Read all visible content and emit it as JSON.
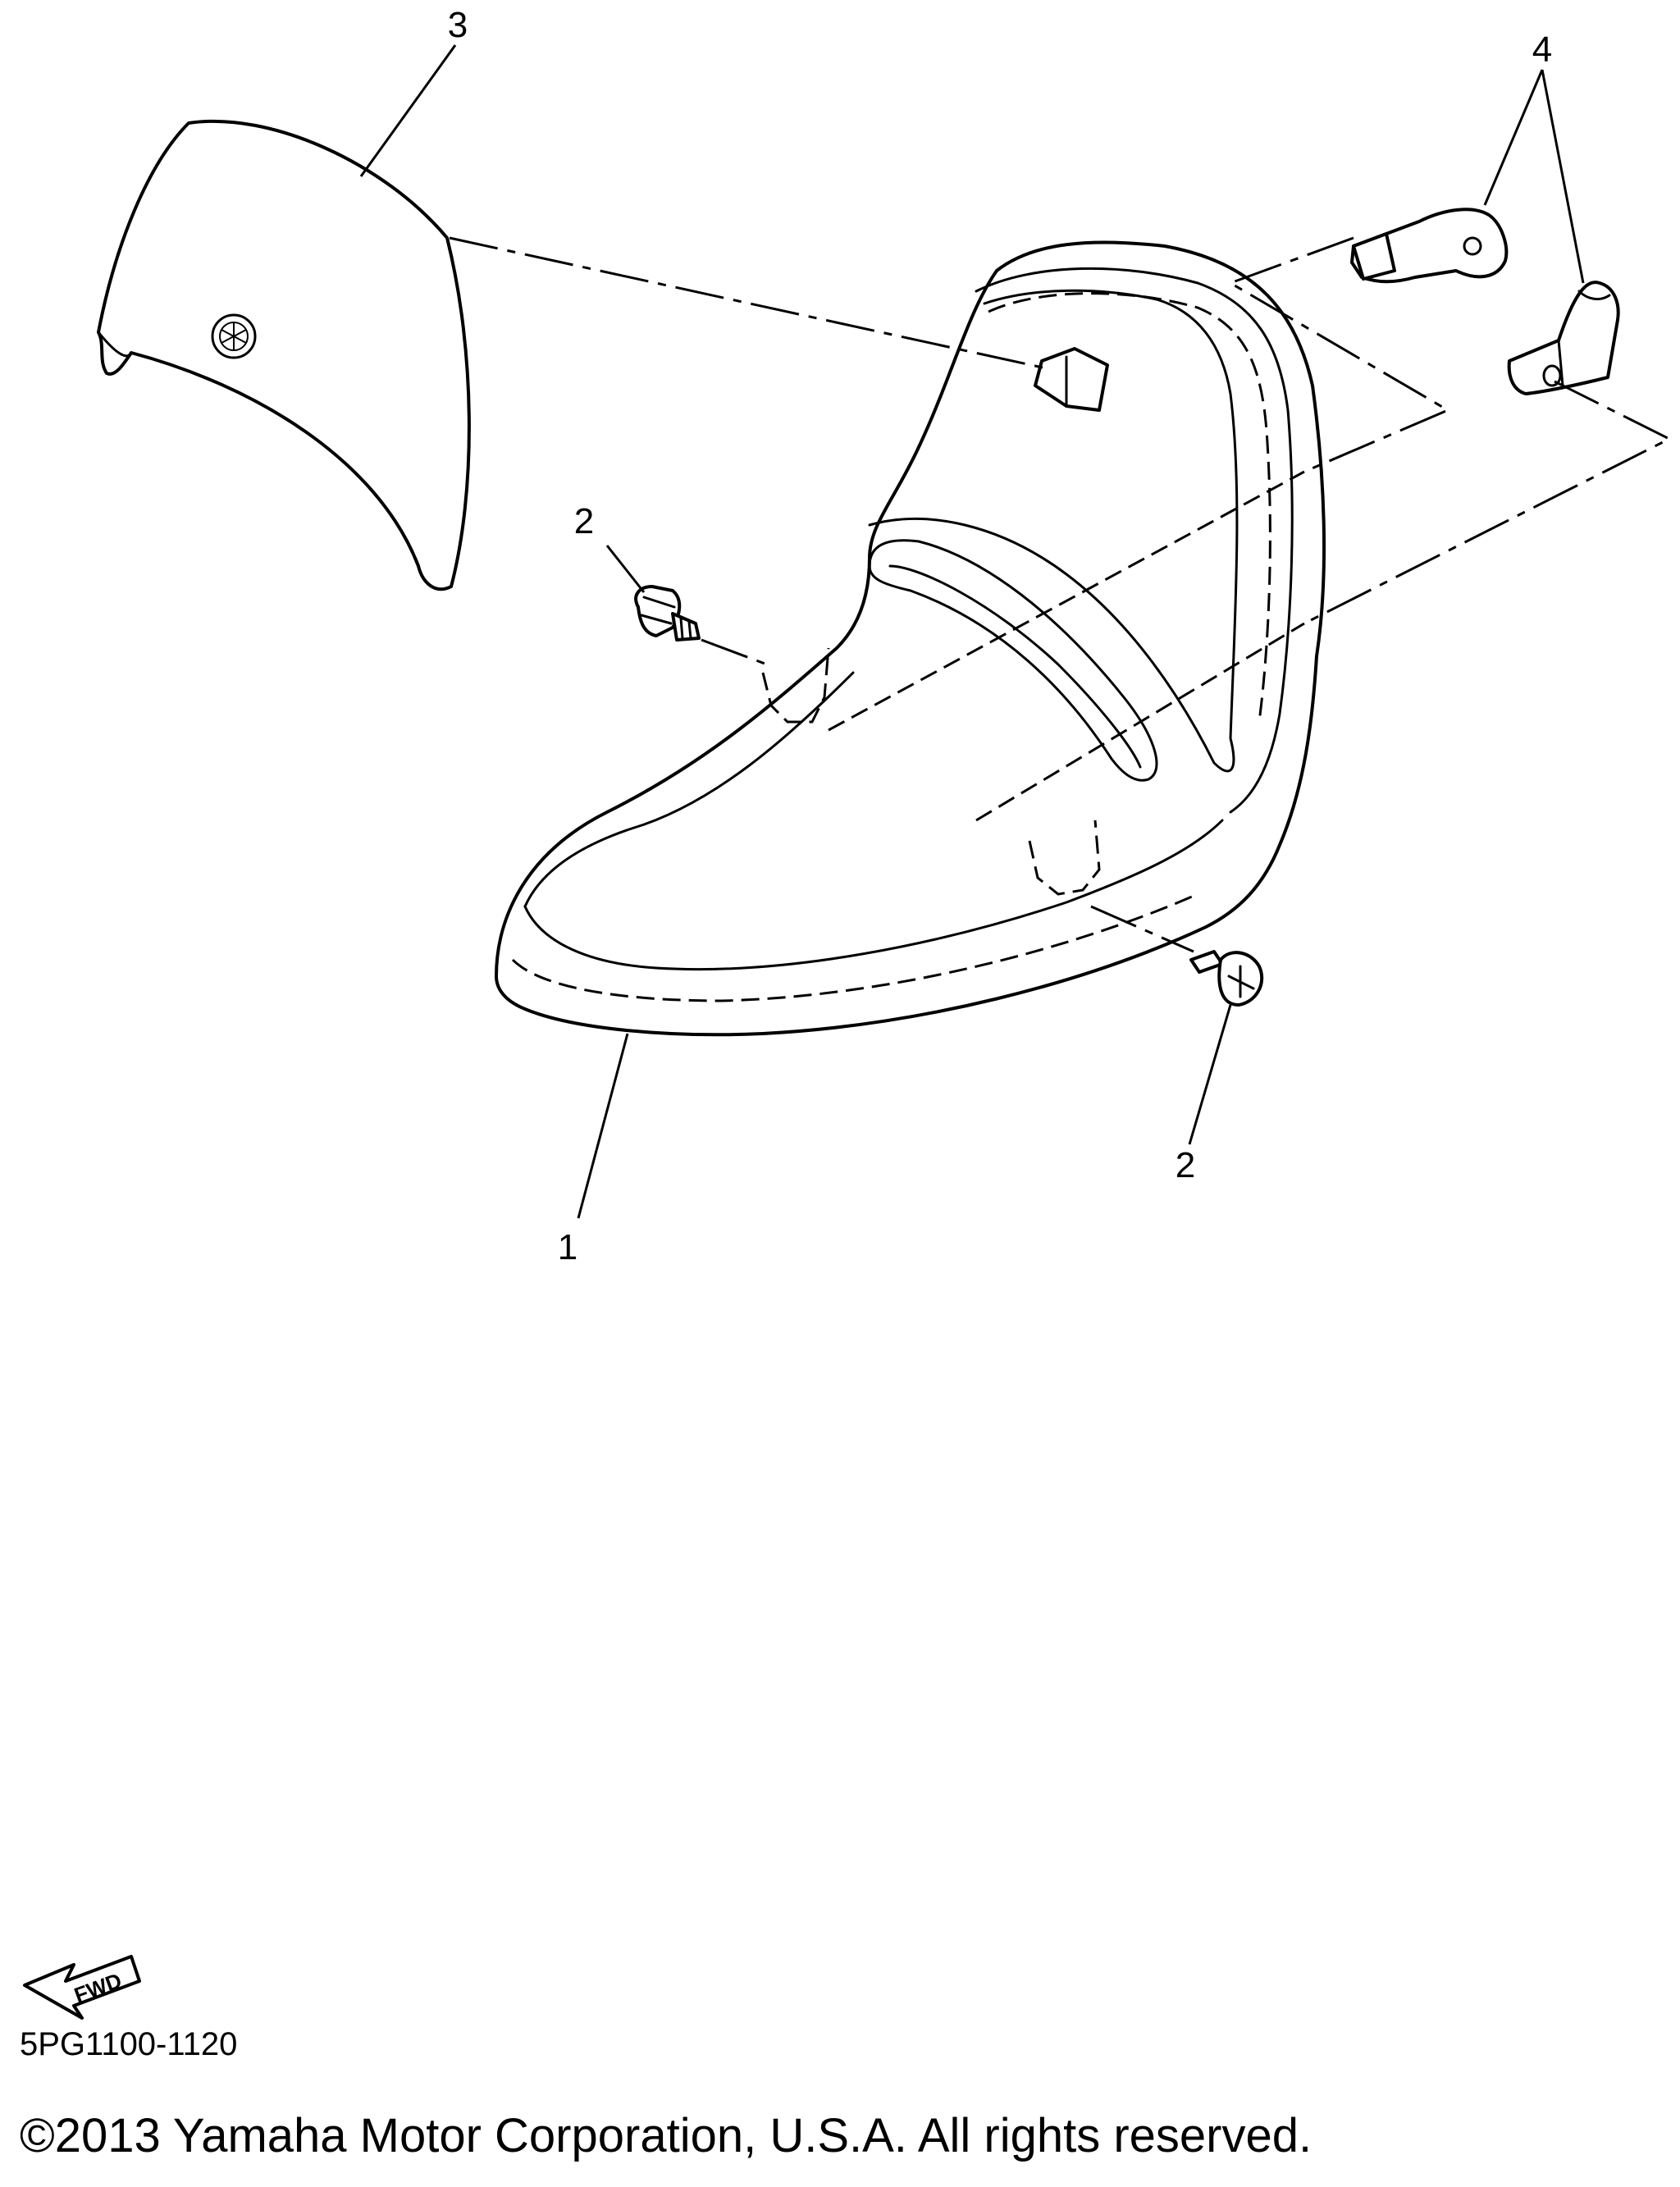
{
  "diagram": {
    "callouts": {
      "seat": "1",
      "screw_left": "2",
      "screw_right": "2",
      "cover": "3",
      "bracket": "4"
    },
    "fwd_label": "FWD"
  },
  "footer": {
    "reference_code": "5PG1100-1120",
    "copyright": "©2013 Yamaha Motor Corporation, U.S.A. All rights reserved."
  }
}
